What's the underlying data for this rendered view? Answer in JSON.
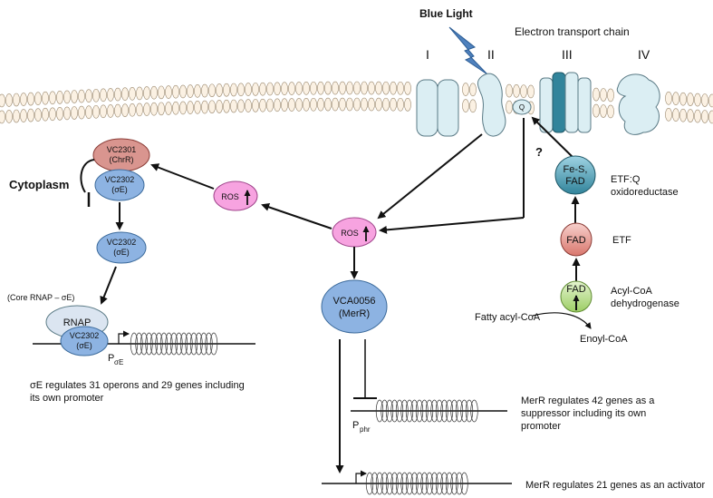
{
  "header": {
    "blue_light": "Blue Light",
    "etc": "Electron transport chain",
    "complex_labels": [
      "I",
      "II",
      "III",
      "IV"
    ],
    "quinone": "Q",
    "question": "?"
  },
  "cytoplasm": "Cytoplasm",
  "chrR": {
    "line1": "VC2301",
    "line2": "(ChrR)"
  },
  "sigmaE_bound": {
    "line1": "VC2302",
    "line2": "(σE)"
  },
  "sigmaE_free": {
    "line1": "VC2302",
    "line2": "(σE)"
  },
  "ros_left": "ROS",
  "ros_center": "ROS",
  "merR": {
    "line1": "VCA0056",
    "line2": "(MerR)"
  },
  "core_rnap_label": "(Core RNAP – σE)",
  "rnap": "RNAP",
  "sigmaE_promoter": {
    "line1": "VC2302",
    "line2": "(σE)"
  },
  "promoter_sigmaE": {
    "p": "P",
    "sub": "σE"
  },
  "sigmaE_text": [
    "σE regulates 31 operons and 29 genes including",
    "its own promoter"
  ],
  "promoter_phr": {
    "p": "P",
    "sub": "phr"
  },
  "merR_repressor_text": [
    "MerR regulates 42 genes  as a",
    "suppressor including its own",
    "promoter"
  ],
  "merR_activator_text": "MerR regulates 21 genes as an activator",
  "fes": {
    "line1": "Fe-S,",
    "line2": "FAD"
  },
  "etfq_text": [
    "ETF:Q",
    "oxidoreductase"
  ],
  "etf_fad": "FAD",
  "etf_text": "ETF",
  "acyl_fad": "FAD",
  "acyl_text": [
    "Acyl-CoA",
    "dehydrogenase"
  ],
  "fatty_acyl": "Fatty acyl-CoA",
  "enoyl": "Enoyl-CoA",
  "colors": {
    "complex_fill": "#dbeef3",
    "complex_stroke": "#5a7a85",
    "chrR_fill": "#d9958f",
    "sigma_fill": "#8db3e2",
    "ros_fill": "#f7a3e0",
    "merR_fill": "#8db3e2",
    "rnap_fill": "#dbe5f1",
    "fes_fill": "#31849b",
    "etf_fill": "#e6a19b",
    "acyl_fill": "#b5dc8a",
    "lipid_fill": "#fbf1e3"
  }
}
